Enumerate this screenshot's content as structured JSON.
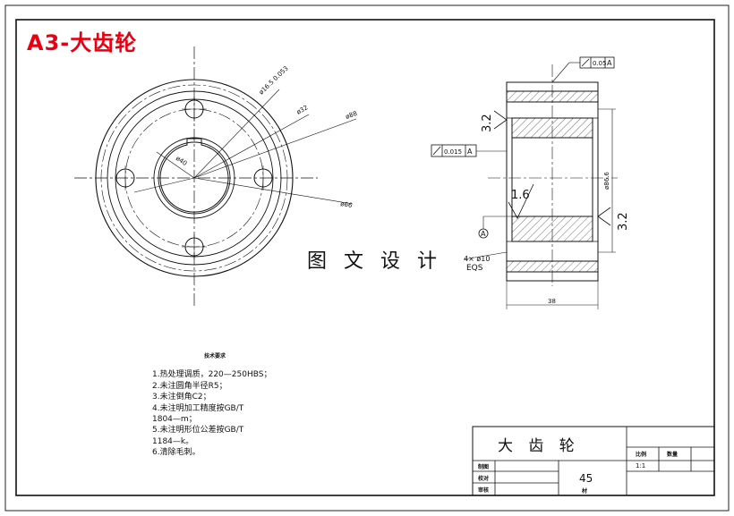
{
  "sheet_title": "A3-大齿轮",
  "watermark": "图 文 设 计",
  "front_view": {
    "dim_pin_hole": "ø16.5 0.053",
    "dim_bolt_circle": "ø32",
    "dim_outer": "ø88",
    "dim_hub": "ø66",
    "dim_bore": "ø40"
  },
  "side_view": {
    "geom_tol_top": "0.05",
    "geom_tol_top_datum": "A",
    "geom_tol_left": "0.015",
    "geom_tol_left_datum": "A",
    "roughness_left": "3.2",
    "roughness_right": "3.2",
    "roughness_mid": "1.6",
    "dim_diameter": "ø86.6",
    "datum_label": "A",
    "holes_label": "4× ø10",
    "eqs_label": "EQS",
    "dim_width": "38"
  },
  "notes": {
    "heading": "技术要求",
    "items": [
      "1.热处理调质，220—250HBS；",
      "2.未注圆角半径R5；",
      "3.未注倒角C2；",
      "4.未注明加工精度按GB/T",
      "1804—m；",
      "5.未注明形位公差按GB/T",
      "1184—k。",
      "6.清除毛刺。"
    ]
  },
  "title_block": {
    "part_name": "大 齿 轮",
    "scale_header": "比例",
    "qty_header": "数量",
    "scale_value": "1:1",
    "material": "45",
    "material_label": "材",
    "row_design": "制图",
    "row_check": "校对",
    "row_review": "审核"
  }
}
